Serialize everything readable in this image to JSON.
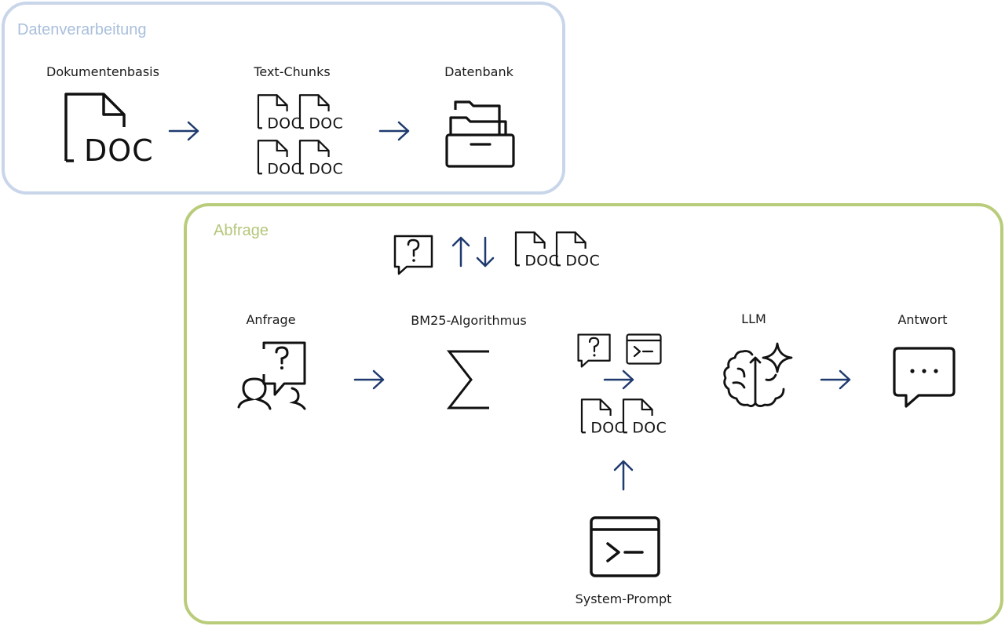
{
  "sections": {
    "datenverarbeitung": {
      "title": "Datenverarbeitung",
      "nodes": {
        "dokumentenbasis": "Dokumentenbasis",
        "text_chunks": "Text-Chunks",
        "datenbank": "Datenbank"
      }
    },
    "abfrage": {
      "title": "Abfrage",
      "nodes": {
        "anfrage": "Anfrage",
        "bm25": "BM25-Algorithmus",
        "llm": "LLM",
        "antwort": "Antwort",
        "system_prompt": "System-Prompt"
      }
    }
  },
  "doc_icon_text": "DOC",
  "colors": {
    "arrow": "#1f3a6e",
    "icon": "#111111",
    "top_border": "#c9d6ea",
    "bottom_border": "#b9cc7a"
  },
  "icons": [
    "document-icon",
    "folder-cabinet-icon",
    "question-bubble-icon",
    "up-down-arrows-icon",
    "people-question-icon",
    "sigma-icon",
    "terminal-icon",
    "brain-sparkle-icon",
    "chat-bubble-dots-icon"
  ]
}
